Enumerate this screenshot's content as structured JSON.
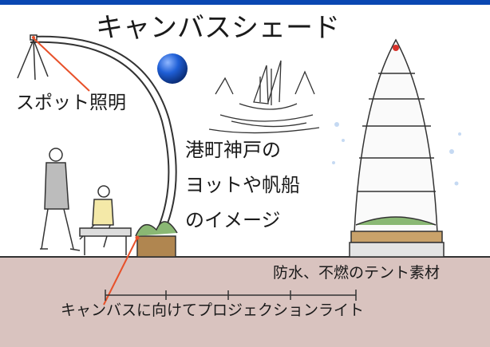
{
  "title": "キャンバスシェード",
  "labels": {
    "spotlight": "スポット照明",
    "port_line1": "港町神戸の",
    "port_line2": "ヨットや帆船",
    "port_line3": "のイメージ",
    "fabric": "防水、不燃のテント素材",
    "projection": "キャンバスに向けてプロジェクションライト"
  },
  "colors": {
    "top_bar": "#0a47b2",
    "ground": "#d9c3bf",
    "accent_line": "#e8512a",
    "blue_dot": "#1f5fd6",
    "ink": "#1a1a1a"
  }
}
